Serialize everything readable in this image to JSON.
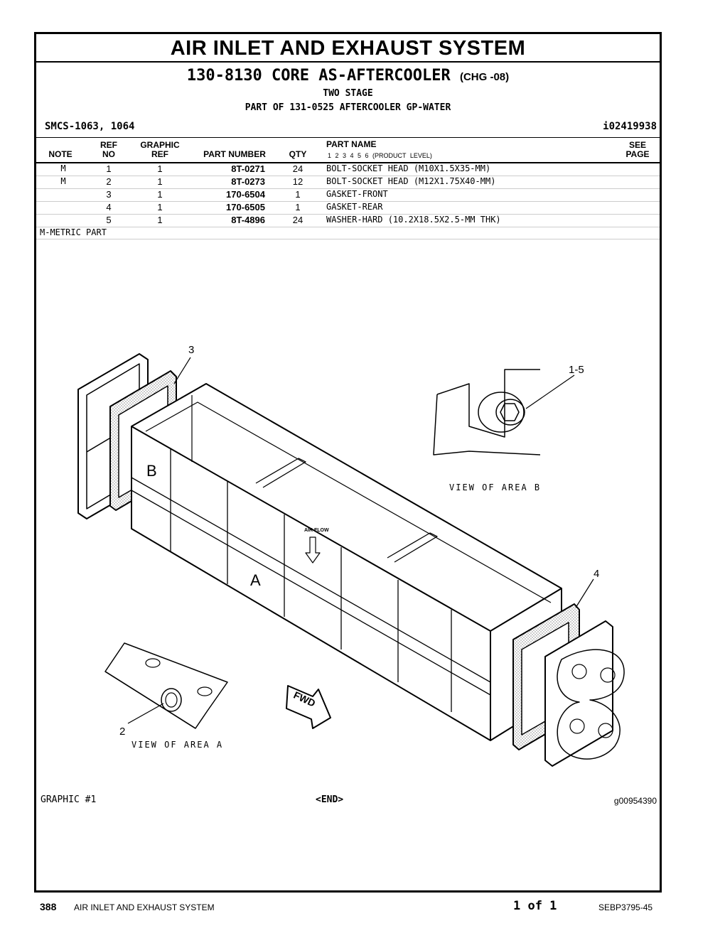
{
  "header": {
    "title": "AIR INLET AND EXHAUST SYSTEM",
    "part_line": "130-8130 CORE AS-AFTERCOOLER",
    "change": "(CHG -08)",
    "line2": "TWO STAGE",
    "line3": "PART OF 131-0525 AFTERCOOLER GP-WATER",
    "smcs": "SMCS-1063, 1064",
    "id": "i02419938"
  },
  "columns": {
    "note": "NOTE",
    "ref_top": "REF",
    "ref_bottom": "NO",
    "graphic_top": "GRAPHIC",
    "graphic_bottom": "REF",
    "part_number": "PART NUMBER",
    "qty": "QTY",
    "part_name": "PART NAME",
    "product_level": "1  2  3  4  5  6  (PRODUCT LEVEL)",
    "see_top": "SEE",
    "see_bottom": "PAGE"
  },
  "rows": [
    {
      "note": "M",
      "ref": "1",
      "graphic": "1",
      "part_number": "8T-0271",
      "qty": "24",
      "name": "BOLT-SOCKET HEAD (M10X1.5X35-MM)"
    },
    {
      "note": "M",
      "ref": "2",
      "graphic": "1",
      "part_number": "8T-0273",
      "qty": "12",
      "name": "BOLT-SOCKET HEAD (M12X1.75X40-MM)"
    },
    {
      "note": "",
      "ref": "3",
      "graphic": "1",
      "part_number": "170-6504",
      "qty": "1",
      "name": "GASKET-FRONT"
    },
    {
      "note": "",
      "ref": "4",
      "graphic": "1",
      "part_number": "170-6505",
      "qty": "1",
      "name": "GASKET-REAR"
    },
    {
      "note": "",
      "ref": "5",
      "graphic": "1",
      "part_number": "8T-4896",
      "qty": "24",
      "name": "WASHER-HARD (10.2X18.5X2.5-MM THK)"
    }
  ],
  "metric_note": "M-METRIC PART",
  "graphic": {
    "callout_3": "3",
    "callout_1_5": "1-5",
    "callout_4": "4",
    "callout_2": "2",
    "label_b": "B",
    "label_a": "A",
    "view_b": "VIEW OF AREA B",
    "view_a": "VIEW OF AREA A",
    "air_flow": "AIR FLOW",
    "fwd": "FWD",
    "graphic_label": "GRAPHIC #1",
    "end": "<END>",
    "graphic_id": "g00954390"
  },
  "footer": {
    "page": "388",
    "title": "AIR INLET AND EXHAUST SYSTEM",
    "page_of": "1 of 1",
    "doc": "SEBP3795-45"
  }
}
